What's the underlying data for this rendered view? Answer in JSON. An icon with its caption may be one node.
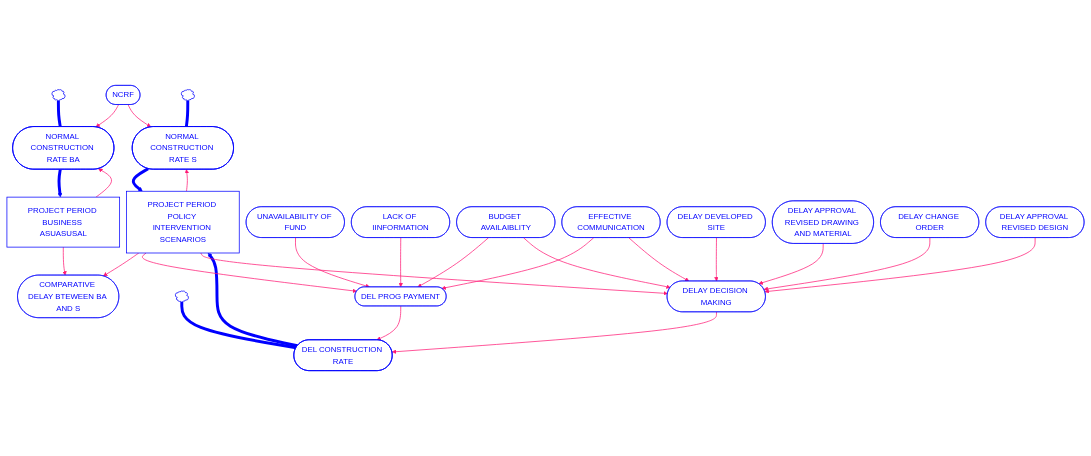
{
  "diagram": {
    "nodes": [
      {
        "text": [],
        "shape": "cloud"
      },
      {
        "text": [
          "NORMAL CONSTRUCTION RATE BA"
        ]
      },
      {
        "text": [
          "PROJECT PERIOD BUSINESS ASUASUSAL"
        ]
      },
      {
        "text": [
          "NCRF"
        ]
      },
      {
        "text": [
          "COMPARATIVE DELAY BTEWEEN BA AND S"
        ]
      },
      {
        "text": [],
        "shape": "cloud"
      },
      {
        "text": [
          "NORMAL CONSTRUCTION RATE S"
        ]
      },
      {
        "text": [
          "PROJECT PERIOD POLICY INTERVENTION SCENARIOS"
        ]
      },
      {
        "text": [
          "DEL CONSTRUCTION RATE"
        ]
      },
      {
        "text": [],
        "shape": "cloud"
      },
      {
        "text": [
          "UNAVAILABILITY OF FUND"
        ]
      },
      {
        "text": [
          "LACK OF IINFORMATION"
        ]
      },
      {
        "text": [
          "DEL PROG PAYMENT"
        ]
      },
      {
        "text": [
          "BUDGET AVAILAIBLITY"
        ]
      },
      {
        "text": [
          "EFFECTIVE COMMUNICATION"
        ]
      },
      {
        "text": [
          "DELAY DECISION MAKING"
        ]
      },
      {
        "text": [
          "DELAY DEVELOPED SITE"
        ]
      },
      {
        "text": [
          "DELAY APPROVAL REVISED DRAWING AND MATERIAL"
        ]
      },
      {
        "text": [
          "DELAY CHANGE ORDER"
        ]
      },
      {
        "text": [
          "DELAY APPROVAL REVISED DESIGN"
        ]
      }
    ],
    "edges": [
      {
        "from": 0,
        "to": 1,
        "arrow": "none",
        "style": "thick",
        "color": "#0000ff"
      },
      {
        "from": 1,
        "to": 2,
        "arrow": "to",
        "style": "thick",
        "color": "#0000ff"
      },
      {
        "from": 5,
        "to": 6,
        "arrow": "none",
        "style": "thick",
        "color": "#0000ff"
      },
      {
        "from": 6,
        "to": 7,
        "arrow": "to",
        "style": "thick",
        "color": "#0000ff"
      },
      {
        "from": 9,
        "to": 8,
        "arrow": "none",
        "style": "thick",
        "color": "#0000ff"
      },
      {
        "from": 8,
        "to": 7,
        "arrow": "to",
        "style": "thick",
        "color": "#0000ff"
      },
      {
        "from": 2,
        "to": 1,
        "arrow": "to"
      },
      {
        "from": 3,
        "to": 1,
        "arrow": "to"
      },
      {
        "from": 3,
        "to": 6,
        "arrow": "to"
      },
      {
        "from": 2,
        "to": 4,
        "arrow": "to"
      },
      {
        "from": 7,
        "to": 4,
        "arrow": "to"
      },
      {
        "from": 7,
        "to": 6,
        "arrow": "to"
      },
      {
        "from": 7,
        "to": 12,
        "arrow": "to"
      },
      {
        "from": 7,
        "to": 15,
        "arrow": "to"
      },
      {
        "from": 10,
        "to": 12,
        "arrow": "to"
      },
      {
        "from": 11,
        "to": 12,
        "arrow": "to"
      },
      {
        "from": 13,
        "to": 12,
        "arrow": "to"
      },
      {
        "from": 14,
        "to": 12,
        "arrow": "to"
      },
      {
        "from": 12,
        "to": 8,
        "arrow": "to"
      },
      {
        "from": 15,
        "to": 8,
        "arrow": "to"
      },
      {
        "from": 13,
        "to": 15,
        "arrow": "to"
      },
      {
        "from": 14,
        "to": 15,
        "arrow": "to"
      },
      {
        "from": 16,
        "to": 15,
        "arrow": "to"
      },
      {
        "from": 17,
        "to": 15,
        "arrow": "to"
      },
      {
        "from": 18,
        "to": 15,
        "arrow": "to"
      },
      {
        "from": 19,
        "to": 15,
        "arrow": "to"
      }
    ]
  }
}
